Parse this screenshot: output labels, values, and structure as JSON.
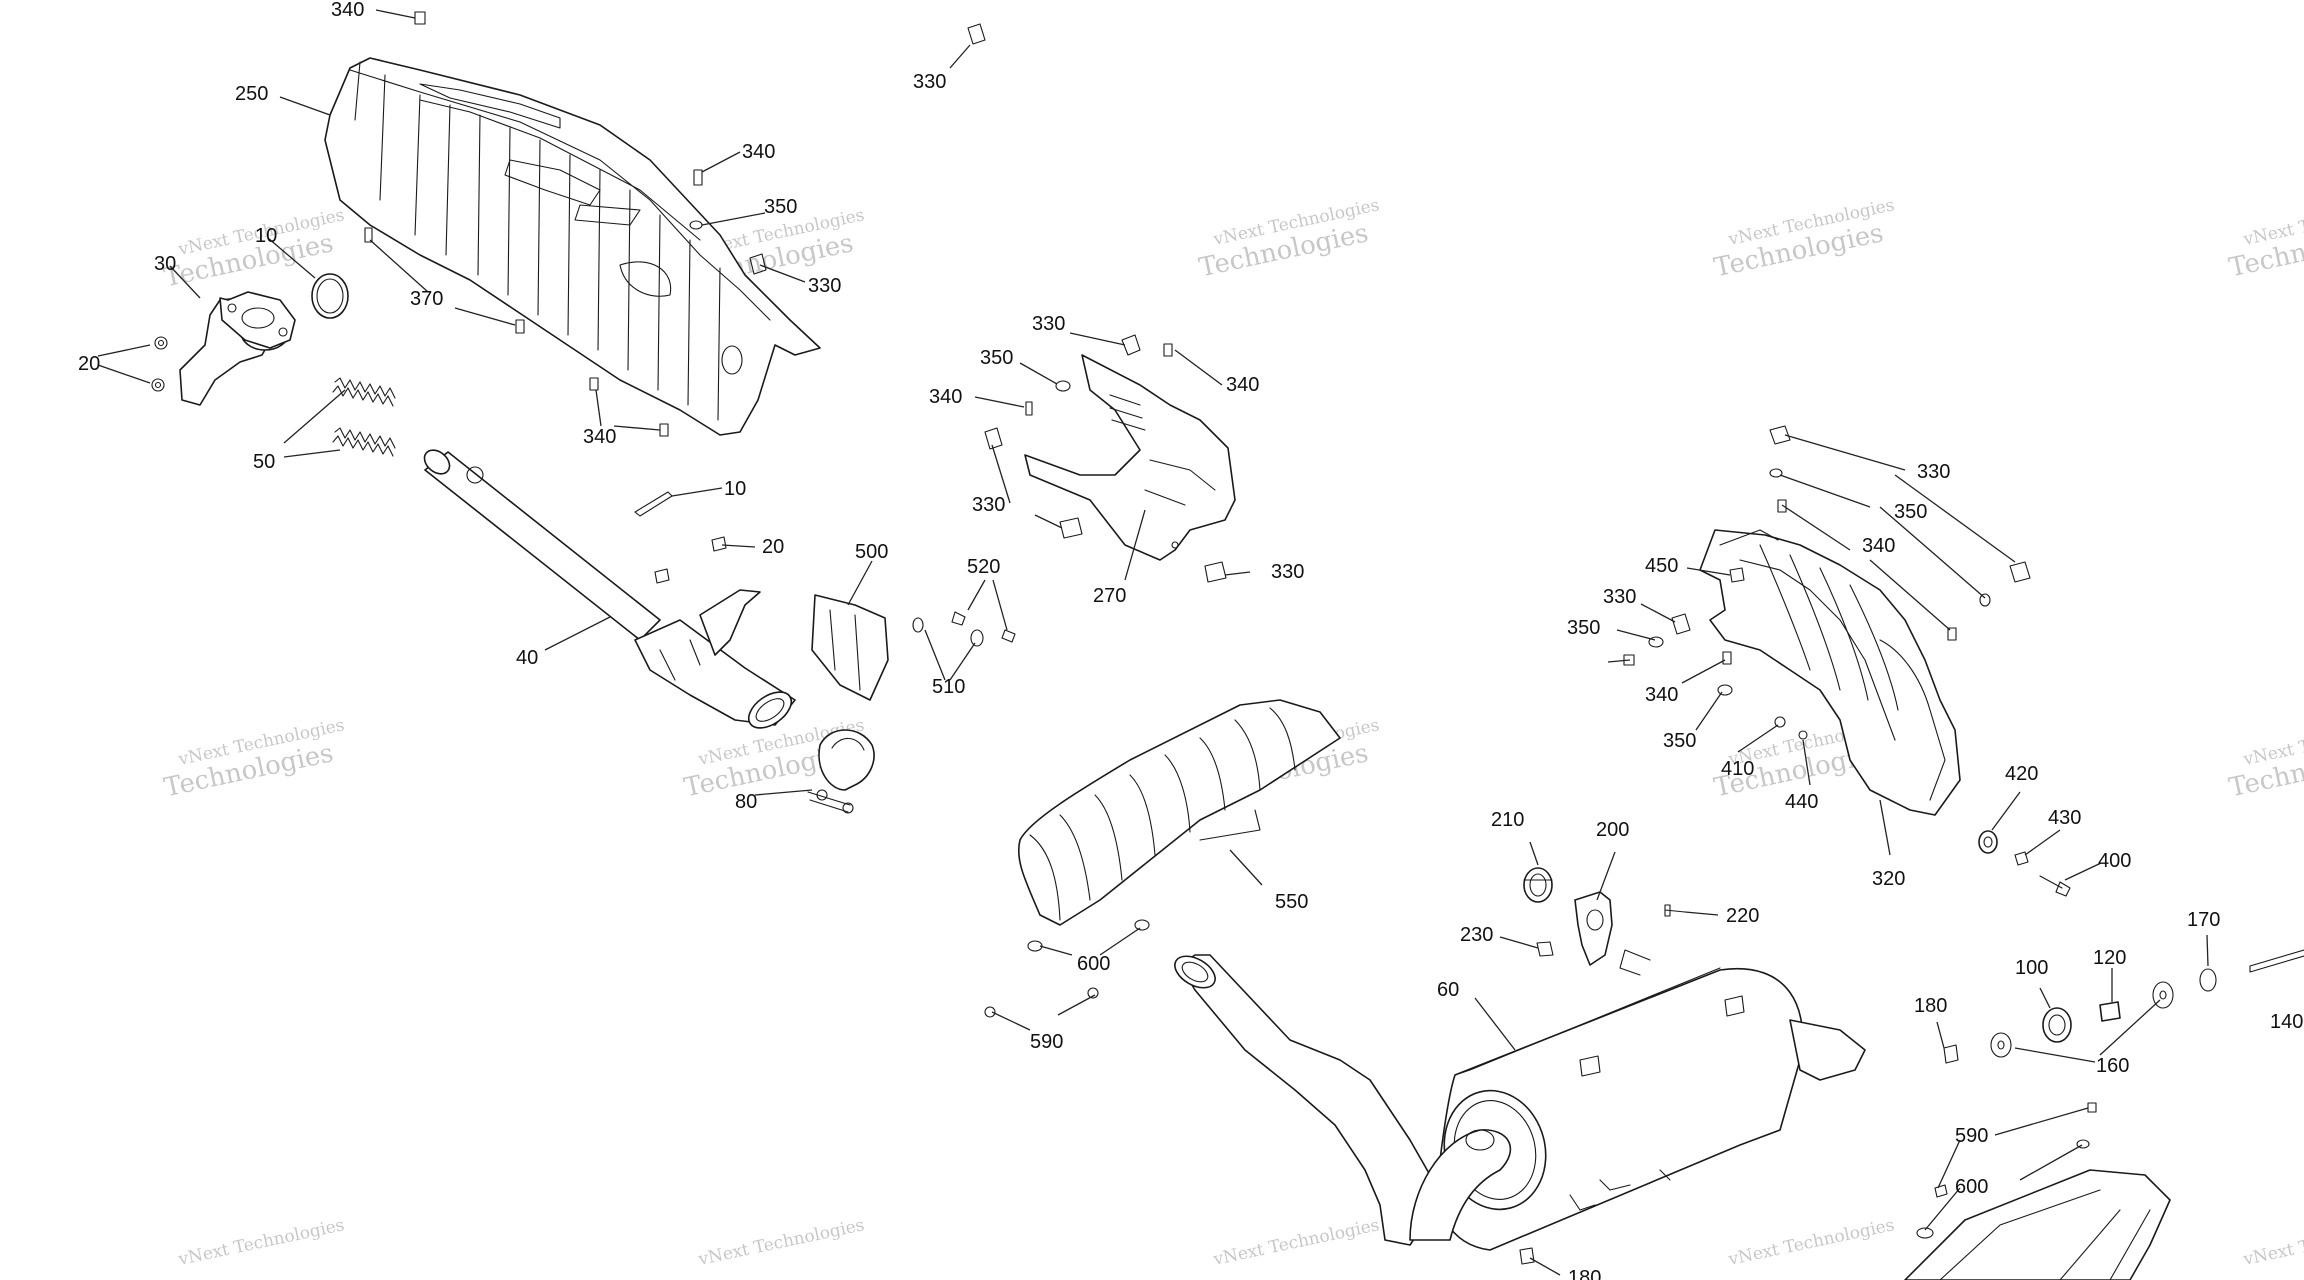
{
  "watermark": {
    "line1": "vNext Technologies",
    "line2": "Technologies",
    "corner": "vNext"
  },
  "labels": {
    "l340a": "340",
    "l330a": "330",
    "l250": "250",
    "l340b": "340",
    "l350a": "350",
    "l330b": "330",
    "l10a": "10",
    "l30": "30",
    "l20a": "20",
    "l370": "370",
    "l340c": "340",
    "l50": "50",
    "l10b": "10",
    "l20b": "20",
    "l40": "40",
    "l500": "500",
    "l520": "520",
    "l510": "510",
    "l80": "80",
    "l330c": "330",
    "l350b": "350",
    "l340d": "340",
    "l340e": "340",
    "l330d": "330",
    "l270": "270",
    "l330e": "330",
    "l550": "550",
    "l600a": "600",
    "l590a": "590",
    "l330f": "330",
    "l350c": "350",
    "l340f": "340",
    "l450": "450",
    "l330g": "330",
    "l350d": "350",
    "l340g": "340",
    "l350e": "350",
    "l410": "410",
    "l440": "440",
    "l420": "420",
    "l430": "430",
    "l400": "400",
    "l320": "320",
    "l210": "210",
    "l200": "200",
    "l230": "230",
    "l220": "220",
    "l60": "60",
    "l100": "100",
    "l120": "120",
    "l170": "170",
    "l180a": "180",
    "l160": "160",
    "l140": "140",
    "l590b": "590",
    "l600b": "600",
    "l180b": "180"
  },
  "colors": {
    "line": "#1a1a1a",
    "watermark": "#9a9a9a",
    "background": "#ffffff"
  }
}
